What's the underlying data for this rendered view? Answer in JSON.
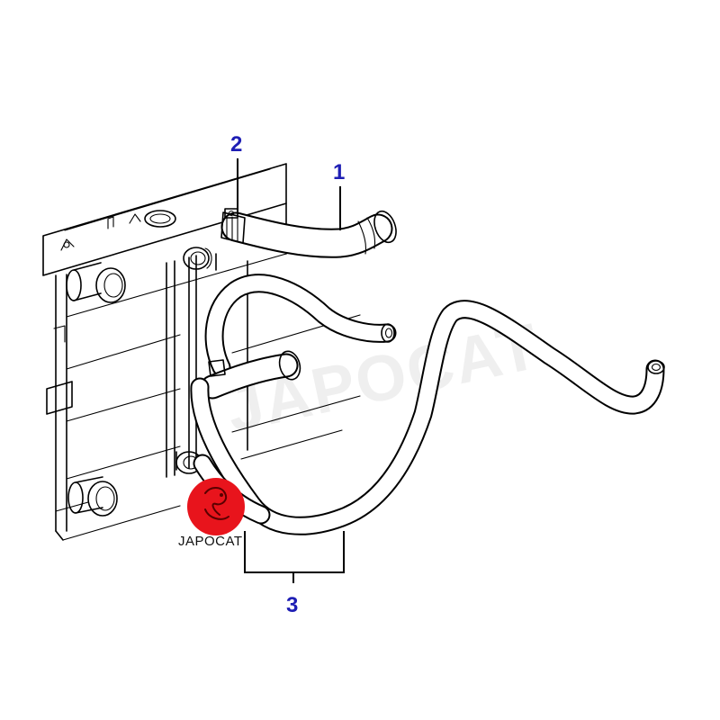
{
  "callouts": [
    {
      "label": "1",
      "part": "upper-radiator-hose"
    },
    {
      "label": "2",
      "part": "hose-clamp"
    },
    {
      "label": "3",
      "part": "lower-hose-assembly"
    }
  ],
  "watermark": {
    "text": "JAPOCAT"
  },
  "logo": {
    "text": "JAPOCAT",
    "color": "#e8141c"
  },
  "colors": {
    "callout": "#1e1eb4",
    "linework": "#000000"
  }
}
